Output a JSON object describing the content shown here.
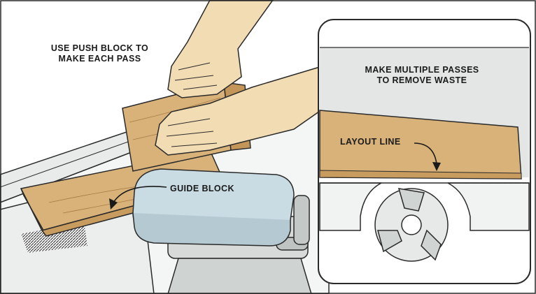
{
  "labels": {
    "push_block_line1": "USE PUSH BLOCK TO",
    "push_block_line2": "MAKE EACH PASS",
    "guide_block": "GUIDE BLOCK",
    "passes_line1": "MAKE MULTIPLE PASSES",
    "passes_line2": "TO REMOVE WASTE",
    "layout_line": "LAYOUT LINE"
  },
  "colors": {
    "wood": "#d9b27a",
    "wood_dark": "#b98a4e",
    "skin": "#f2dcb4",
    "guide_block": "#c9dbe3",
    "metal": "#d7dad8",
    "outline": "#2a2a2a"
  }
}
